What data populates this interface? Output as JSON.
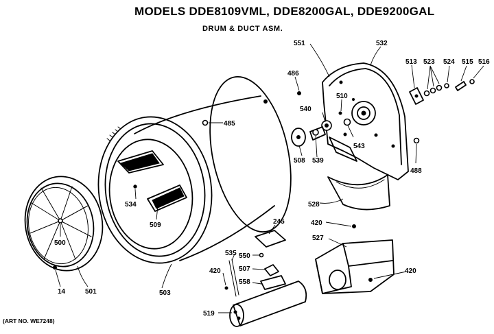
{
  "title": "MODELS DDE8109VML, DDE8200GAL, DDE9200GAL",
  "subtitle": "DRUM & DUCT ASM.",
  "art_number": "(ART NO. WE7248)",
  "parts": [
    {
      "id": "551",
      "label": "551"
    },
    {
      "id": "532",
      "label": "532"
    },
    {
      "id": "513",
      "label": "513"
    },
    {
      "id": "523",
      "label": "523"
    },
    {
      "id": "524",
      "label": "524"
    },
    {
      "id": "515",
      "label": "515"
    },
    {
      "id": "516",
      "label": "516"
    },
    {
      "id": "486",
      "label": "486"
    },
    {
      "id": "510",
      "label": "510"
    },
    {
      "id": "540",
      "label": "540"
    },
    {
      "id": "485",
      "label": "485"
    },
    {
      "id": "543",
      "label": "543"
    },
    {
      "id": "508",
      "label": "508"
    },
    {
      "id": "539",
      "label": "539"
    },
    {
      "id": "488",
      "label": "488"
    },
    {
      "id": "534",
      "label": "534"
    },
    {
      "id": "509",
      "label": "509"
    },
    {
      "id": "528",
      "label": "528"
    },
    {
      "id": "245",
      "label": "245"
    },
    {
      "id": "420a",
      "label": "420"
    },
    {
      "id": "500",
      "label": "500"
    },
    {
      "id": "527",
      "label": "527"
    },
    {
      "id": "535",
      "label": "535"
    },
    {
      "id": "550",
      "label": "550"
    },
    {
      "id": "507",
      "label": "507"
    },
    {
      "id": "420b",
      "label": "420"
    },
    {
      "id": "420c",
      "label": "420"
    },
    {
      "id": "558",
      "label": "558"
    },
    {
      "id": "14",
      "label": "14"
    },
    {
      "id": "501",
      "label": "501"
    },
    {
      "id": "503",
      "label": "503"
    },
    {
      "id": "519",
      "label": "519"
    }
  ]
}
